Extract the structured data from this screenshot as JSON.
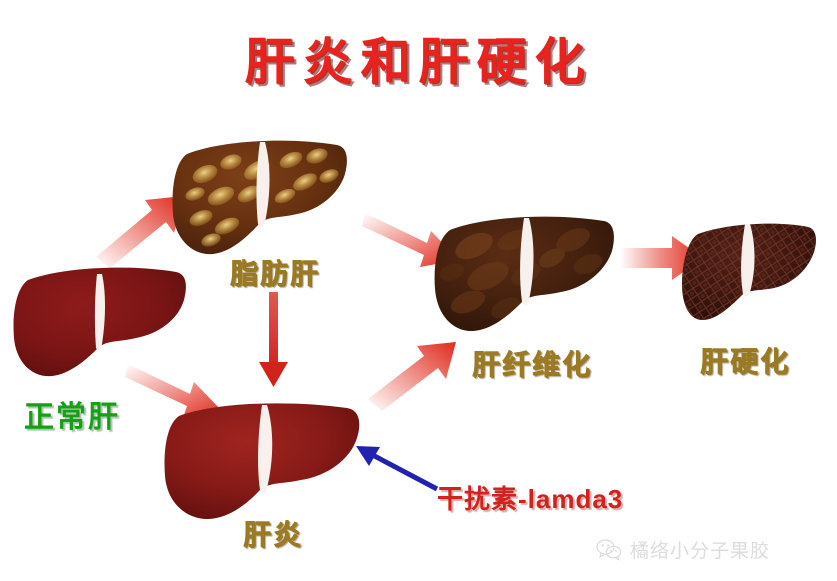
{
  "title": "肝炎和肝硬化",
  "stages": [
    {
      "id": "normal-liver",
      "label": "正常肝",
      "label_color": "#17a017",
      "body_color": "#7e1616",
      "description": "normal liver"
    },
    {
      "id": "fatty-liver",
      "label": "脂肪肝",
      "label_color": "#9a7a22",
      "body_color": "#6d3312",
      "fat_color": "#e8c96a",
      "description": "fatty liver with yellow fat deposits"
    },
    {
      "id": "hepatitis-liver",
      "label": "肝炎",
      "label_color": "#9a7a22",
      "body_color": "#8a1a16",
      "description": "hepatitis inflamed liver"
    },
    {
      "id": "fibrosis-liver",
      "label": "肝纤维化",
      "label_color": "#9a7a22",
      "body_color": "#4a220f",
      "description": "fibrotic liver, dark mottled"
    },
    {
      "id": "cirrhosis-liver",
      "label": "肝硬化",
      "label_color": "#9a7a22",
      "body_color": "#3d1a10",
      "description": "cirrhotic nodular shrunken liver"
    }
  ],
  "arrows": [
    {
      "id": "normal-to-fatty",
      "direction": "up-right",
      "color": "#e02b1d"
    },
    {
      "id": "normal-to-hepatitis",
      "direction": "down-right",
      "color": "#e02b1d"
    },
    {
      "id": "fatty-to-hepatitis",
      "direction": "down",
      "color": "#d0241a"
    },
    {
      "id": "fatty-to-fibrosis",
      "direction": "down-right",
      "color": "#e02b1d"
    },
    {
      "id": "hepatitis-to-fibrosis",
      "direction": "up-right",
      "color": "#e02b1d"
    },
    {
      "id": "fibrosis-to-cirrhosis",
      "direction": "right",
      "color": "#e02b1d"
    },
    {
      "id": "interferon-pointer",
      "direction": "up-left",
      "color": "#2222b0"
    }
  ],
  "annotation": {
    "text": "干扰素-lamda3",
    "color": "#d3211c"
  },
  "watermark": {
    "icon": "wechat-icon",
    "text": "橘络小分子果胶"
  }
}
